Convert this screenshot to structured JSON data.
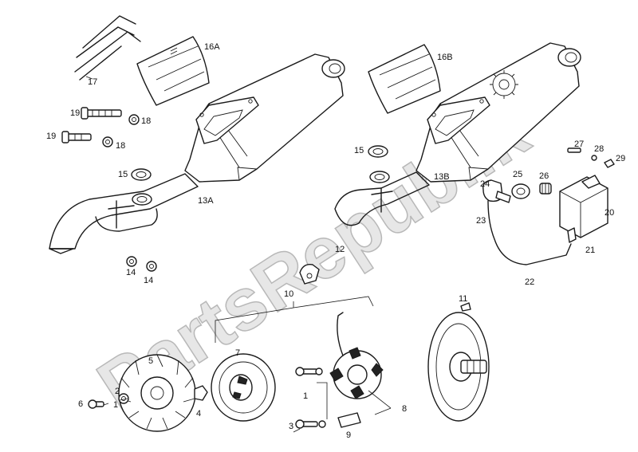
{
  "watermark": "PartsRepublik",
  "callouts": [
    {
      "id": "c-16A",
      "label": "16A"
    },
    {
      "id": "c-17",
      "label": "17"
    },
    {
      "id": "c-19a",
      "label": "19"
    },
    {
      "id": "c-18a",
      "label": "18"
    },
    {
      "id": "c-19b",
      "label": "19"
    },
    {
      "id": "c-18b",
      "label": "18"
    },
    {
      "id": "c-15a",
      "label": "15"
    },
    {
      "id": "c-13A",
      "label": "13A"
    },
    {
      "id": "c-14a",
      "label": "14"
    },
    {
      "id": "c-14b",
      "label": "14"
    },
    {
      "id": "c-16B",
      "label": "16B"
    },
    {
      "id": "c-15b",
      "label": "15"
    },
    {
      "id": "c-13B",
      "label": "13B"
    },
    {
      "id": "c-12",
      "label": "12"
    },
    {
      "id": "c-27",
      "label": "27"
    },
    {
      "id": "c-28",
      "label": "28"
    },
    {
      "id": "c-29",
      "label": "29"
    },
    {
      "id": "c-24",
      "label": "24"
    },
    {
      "id": "c-25",
      "label": "25"
    },
    {
      "id": "c-26",
      "label": "26"
    },
    {
      "id": "c-20",
      "label": "20"
    },
    {
      "id": "c-23",
      "label": "23"
    },
    {
      "id": "c-21",
      "label": "21"
    },
    {
      "id": "c-22",
      "label": "22"
    },
    {
      "id": "c-10",
      "label": "10"
    },
    {
      "id": "c-11",
      "label": "11"
    },
    {
      "id": "c-7",
      "label": "7"
    },
    {
      "id": "c-5",
      "label": "5"
    },
    {
      "id": "c-2",
      "label": "2"
    },
    {
      "id": "c-1a",
      "label": "1"
    },
    {
      "id": "c-6",
      "label": "6"
    },
    {
      "id": "c-4",
      "label": "4"
    },
    {
      "id": "c-1b",
      "label": "1"
    },
    {
      "id": "c-3",
      "label": "3"
    },
    {
      "id": "c-8",
      "label": "8"
    },
    {
      "id": "c-9",
      "label": "9"
    }
  ]
}
